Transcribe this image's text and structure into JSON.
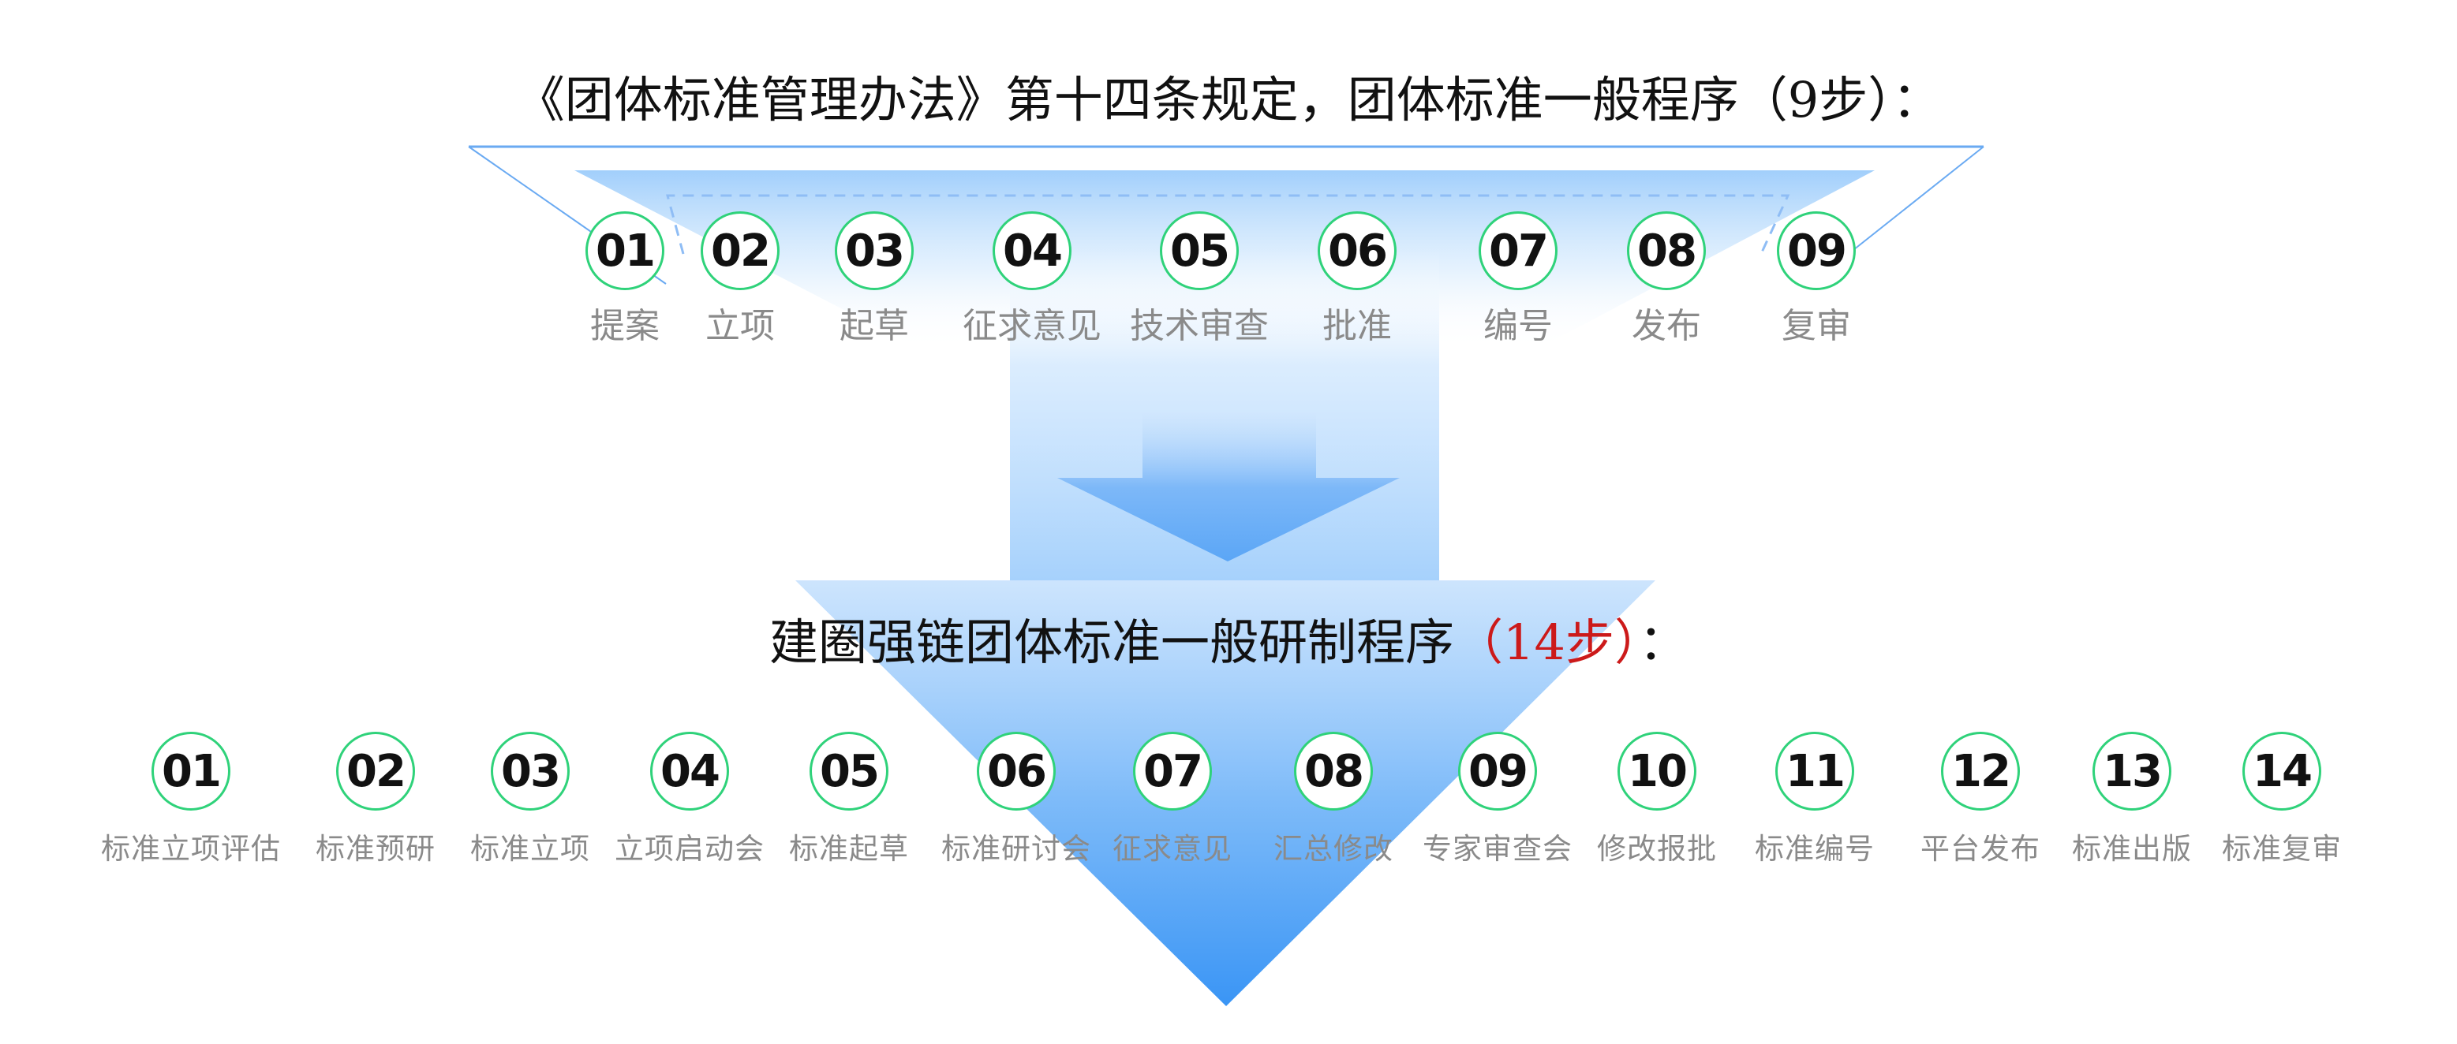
{
  "top": {
    "title": "《团体标准管理办法》第十四条规定，团体标准一般程序（9步）：",
    "steps": [
      {
        "num": "01",
        "label": "提案"
      },
      {
        "num": "02",
        "label": "立项"
      },
      {
        "num": "03",
        "label": "起草"
      },
      {
        "num": "04",
        "label": "征求意见"
      },
      {
        "num": "05",
        "label": "技术审查"
      },
      {
        "num": "06",
        "label": "批准"
      },
      {
        "num": "07",
        "label": "编号"
      },
      {
        "num": "08",
        "label": "发布"
      },
      {
        "num": "09",
        "label": "复审"
      }
    ]
  },
  "bottom": {
    "title_main": "建圈强链团体标准一般研制程序",
    "title_highlight": "（14步）",
    "title_end": "：",
    "steps": [
      {
        "num": "01",
        "label": "标准立项评估"
      },
      {
        "num": "02",
        "label": "标准预研"
      },
      {
        "num": "03",
        "label": "标准立项"
      },
      {
        "num": "04",
        "label": "立项启动会"
      },
      {
        "num": "05",
        "label": "标准起草"
      },
      {
        "num": "06",
        "label": "标准研讨会"
      },
      {
        "num": "07",
        "label": "征求意见"
      },
      {
        "num": "08",
        "label": "汇总修改"
      },
      {
        "num": "09",
        "label": "专家审查会"
      },
      {
        "num": "10",
        "label": "修改报批"
      },
      {
        "num": "11",
        "label": "标准编号"
      },
      {
        "num": "12",
        "label": "平台发布"
      },
      {
        "num": "13",
        "label": "标准出版"
      },
      {
        "num": "14",
        "label": "标准复审"
      }
    ]
  },
  "colors": {
    "circle_border": "#2fd27a",
    "title_text": "#111111",
    "highlight": "#cc1a1a",
    "label_text": "#8a8a8a",
    "arrow_blue": "#3a95f5",
    "line_blue": "#6aaaf2"
  }
}
